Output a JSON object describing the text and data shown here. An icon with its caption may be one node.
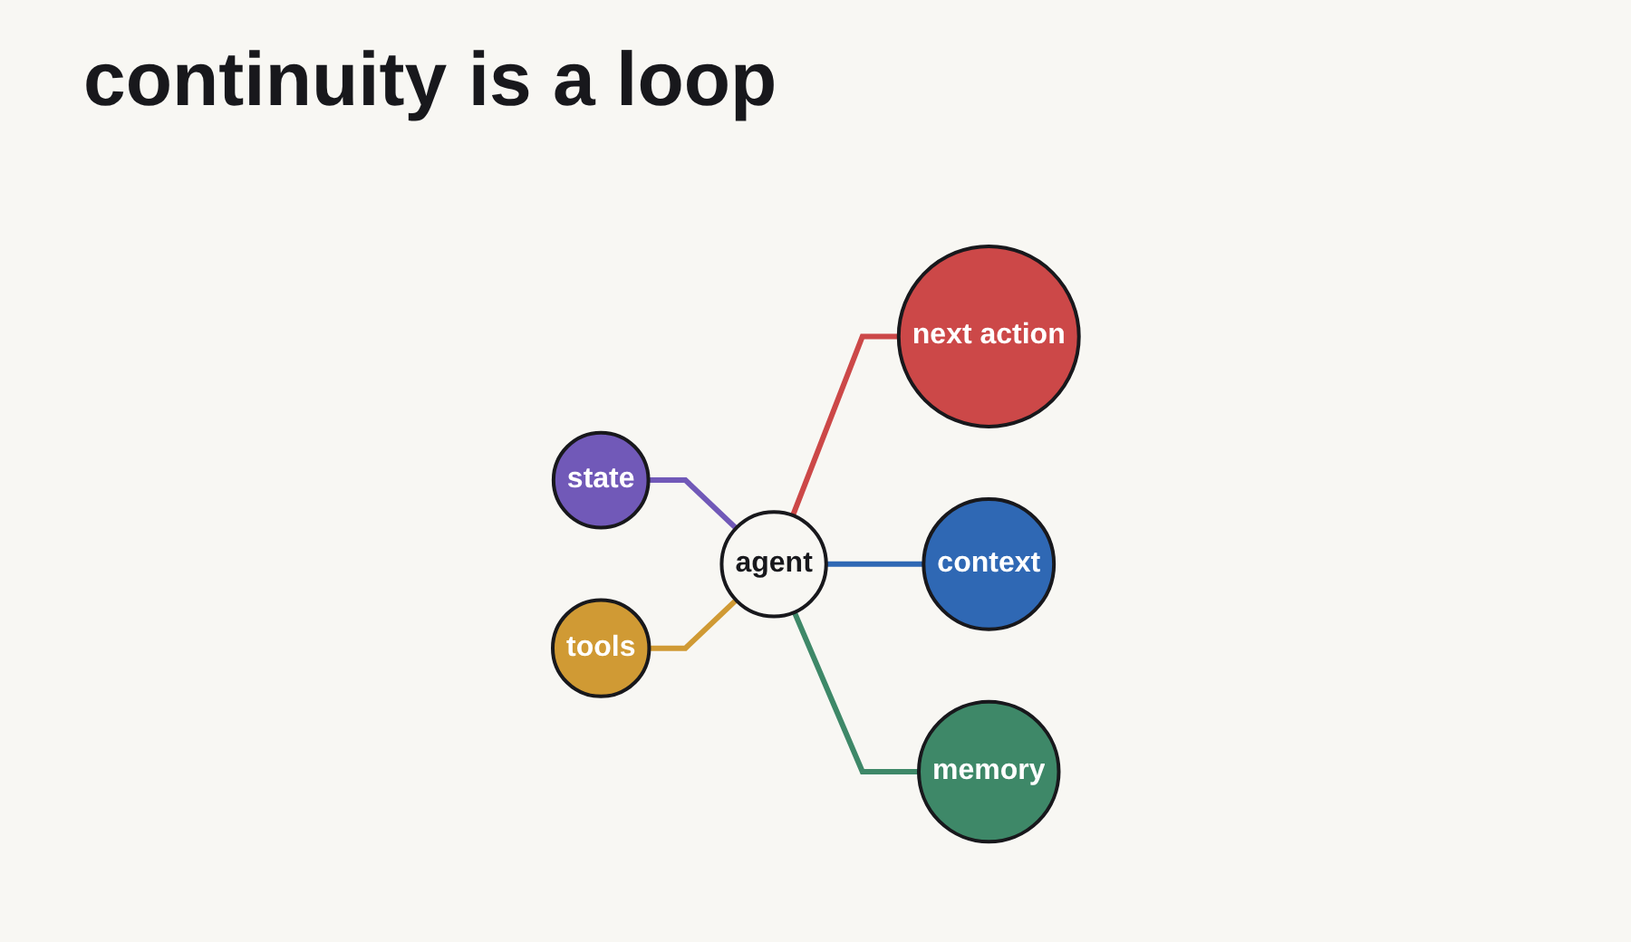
{
  "diagram": {
    "title": "continuity is a loop",
    "nodes": [
      {
        "text": [
          "agent"
        ]
      },
      {
        "text": [
          "next action"
        ]
      },
      {
        "text": [
          "context"
        ]
      },
      {
        "text": [
          "memory"
        ]
      },
      {
        "text": [
          "tools"
        ]
      },
      {
        "text": [
          "state"
        ]
      }
    ],
    "edges": [
      {
        "from": 5,
        "to": 0,
        "arrow": "none",
        "color": "#7159b8"
      },
      {
        "from": 4,
        "to": 0,
        "arrow": "none",
        "color": "#d09a34"
      },
      {
        "from": 0,
        "to": 1,
        "arrow": "none",
        "color": "#cc4848"
      },
      {
        "from": 0,
        "to": 2,
        "arrow": "none",
        "color": "#2f68b4"
      },
      {
        "from": 0,
        "to": 3,
        "arrow": "none",
        "color": "#3e8868"
      }
    ]
  }
}
